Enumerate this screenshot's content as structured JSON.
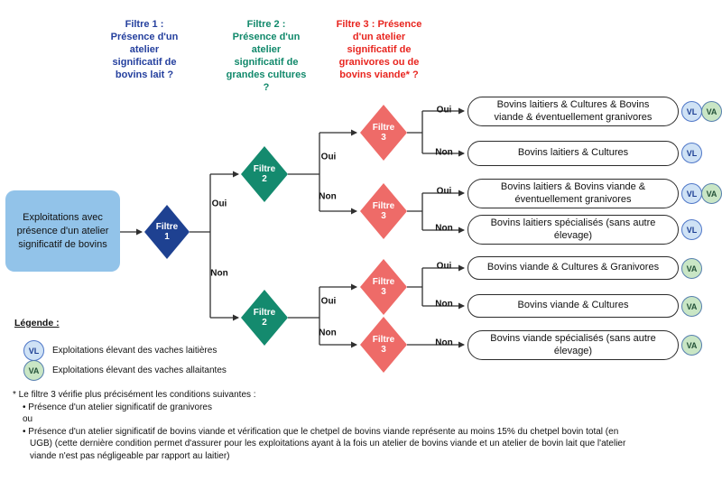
{
  "filter_headers": [
    {
      "label": "Filtre 1 :\nPrésence d'un\natelier\nsignificatif de\nbovins lait ?",
      "color": "#25409e"
    },
    {
      "label": "Filtre 2 :\nPrésence d'un\natelier\nsignificatif de\ngrandes cultures\n?",
      "color": "#11896b"
    },
    {
      "label": "Filtre 3 : Présence\nd'un atelier\nsignificatif de\ngranivores ou de\nbovins viande* ?",
      "color": "#e8251f"
    }
  ],
  "start_box": {
    "label": "Exploitations avec\nprésence d'un atelier\nsignificatif de bovins",
    "fill": "#92c3e9"
  },
  "filters": [
    {
      "label": "Filtre\n1",
      "color": "#1e4191"
    },
    {
      "label": "Filtre\n2",
      "color": "#148a6e"
    },
    {
      "label": "Filtre\n2",
      "color": "#148a6e"
    },
    {
      "label": "Filtre\n3",
      "color": "#ee6b68"
    },
    {
      "label": "Filtre\n3",
      "color": "#ee6b68"
    },
    {
      "label": "Filtre\n3",
      "color": "#ee6b68"
    },
    {
      "label": "Filtre\n3",
      "color": "#ee6b68"
    }
  ],
  "branch_labels": {
    "oui": "Oui",
    "non": "Non"
  },
  "outcomes": [
    {
      "label": "Bovins laitiers & Cultures & Bovins\nviande & éventuellement granivores",
      "badges": [
        "VL",
        "VA"
      ]
    },
    {
      "label": "Bovins laitiers & Cultures",
      "badges": [
        "VL"
      ]
    },
    {
      "label": "Bovins laitiers & Bovins viande &\néventuellement granivores",
      "badges": [
        "VL",
        "VA"
      ]
    },
    {
      "label": "Bovins laitiers spécialisés (sans autre\nélevage)",
      "badges": [
        "VL"
      ]
    },
    {
      "label": "Bovins viande & Cultures & Granivores",
      "badges": [
        "VA"
      ]
    },
    {
      "label": "Bovins viande & Cultures",
      "badges": [
        "VA"
      ]
    },
    {
      "label": "Bovins viande spécialisés (sans autre\nélevage)",
      "badges": [
        "VA"
      ]
    }
  ],
  "legend": {
    "title": "Légende :",
    "items": [
      {
        "badge": "VL",
        "text": "Exploitations élevant des vaches laitières"
      },
      {
        "badge": "VA",
        "text": "Exploitations élevant des vaches allaitantes"
      }
    ]
  },
  "footnote": {
    "line1": "* Le filtre 3 vérifie plus précisément les conditions suivantes :",
    "bullet1": "• Présence d'un atelier significatif de granivores",
    "or_label": "ou",
    "bullet2": "• Présence d'un atelier significatif de bovins viande et vérification que le chetpel de bovins viande représente au moins 15% du chetpel bovin total (en\nUGB) (cette dernière condition permet d'assurer pour les exploitations ayant à la fois un atelier de bovins viande et un atelier de bovin lait que l'atelier\nviande n'est pas négligeable par rapport au laitier)"
  },
  "colors": {
    "filter1_diamond": "#1e4191",
    "filter2_diamond": "#148a6e",
    "filter3_diamond": "#ee6b68",
    "start_box": "#92c3e9",
    "header1_text": "#25409e",
    "header2_text": "#11896b",
    "header3_text": "#e8251f",
    "vl_badge_fill": "#cfe2f5",
    "va_badge_fill": "#c9e6c5",
    "connector": "#2f2f2f"
  }
}
